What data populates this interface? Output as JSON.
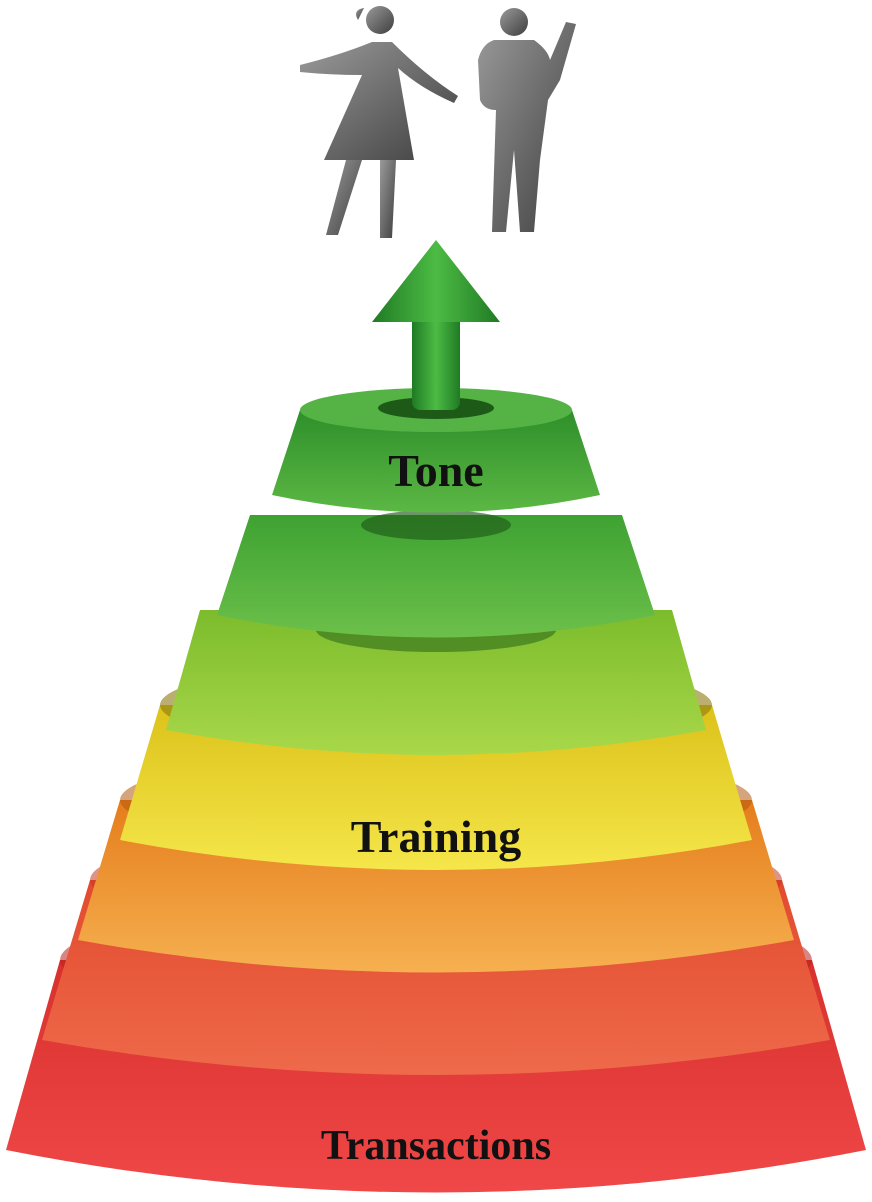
{
  "labels": {
    "tone": "Tone",
    "training": "Training",
    "transactions": "Transactions"
  },
  "colors": {
    "green_dark": "#2e8f2a",
    "green": "#4fb33a",
    "lime": "#8cc83a",
    "yellow": "#e8d22a",
    "orange": "#ec9a2c",
    "red_orange": "#e8583a",
    "red": "#e23a3a",
    "figures": "#6e6e6e",
    "arrow": "#2f9a33"
  },
  "icons": {
    "figures": "two-people-dancing-icon",
    "arrow": "up-arrow-icon"
  }
}
